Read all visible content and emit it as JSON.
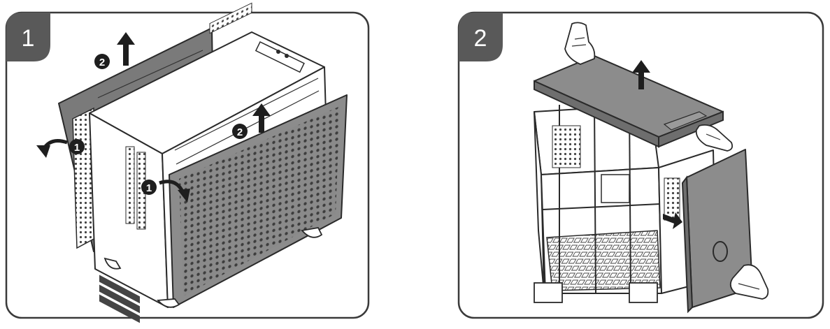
{
  "steps": [
    {
      "number": "1",
      "callouts": [
        "1",
        "1",
        "2",
        "2"
      ]
    },
    {
      "number": "2"
    }
  ],
  "colors": {
    "frame_stroke": "#3a3a3a",
    "badge_fill": "#595959",
    "panel_fill": "#8c8c8c",
    "arrow_fill": "#1e1e1e"
  }
}
